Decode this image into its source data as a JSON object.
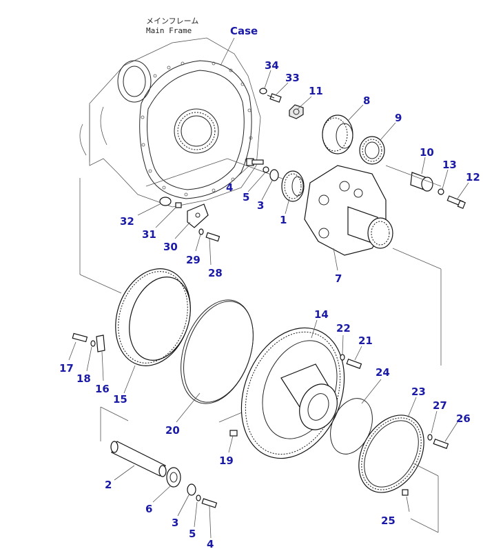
{
  "frame_label": {
    "jp": "メインフレーム",
    "en": "Main Frame"
  },
  "case_label": "Case",
  "callouts": [
    {
      "id": "c1",
      "text": "1"
    },
    {
      "id": "c2",
      "text": "2"
    },
    {
      "id": "c3a",
      "text": "3"
    },
    {
      "id": "c3b",
      "text": "3"
    },
    {
      "id": "c4a",
      "text": "4"
    },
    {
      "id": "c4b",
      "text": "4"
    },
    {
      "id": "c5a",
      "text": "5"
    },
    {
      "id": "c5b",
      "text": "5"
    },
    {
      "id": "c6",
      "text": "6"
    },
    {
      "id": "c7",
      "text": "7"
    },
    {
      "id": "c8",
      "text": "8"
    },
    {
      "id": "c9",
      "text": "9"
    },
    {
      "id": "c10",
      "text": "10"
    },
    {
      "id": "c11",
      "text": "11"
    },
    {
      "id": "c12",
      "text": "12"
    },
    {
      "id": "c13",
      "text": "13"
    },
    {
      "id": "c14",
      "text": "14"
    },
    {
      "id": "c15",
      "text": "15"
    },
    {
      "id": "c16",
      "text": "16"
    },
    {
      "id": "c17",
      "text": "17"
    },
    {
      "id": "c18",
      "text": "18"
    },
    {
      "id": "c19",
      "text": "19"
    },
    {
      "id": "c20",
      "text": "20"
    },
    {
      "id": "c21",
      "text": "21"
    },
    {
      "id": "c22",
      "text": "22"
    },
    {
      "id": "c23",
      "text": "23"
    },
    {
      "id": "c24",
      "text": "24"
    },
    {
      "id": "c25",
      "text": "25"
    },
    {
      "id": "c26",
      "text": "26"
    },
    {
      "id": "c27",
      "text": "27"
    },
    {
      "id": "c28",
      "text": "28"
    },
    {
      "id": "c29",
      "text": "29"
    },
    {
      "id": "c30",
      "text": "30"
    },
    {
      "id": "c31",
      "text": "31"
    },
    {
      "id": "c32",
      "text": "32"
    },
    {
      "id": "c33",
      "text": "33"
    },
    {
      "id": "c34",
      "text": "34"
    }
  ],
  "colors": {
    "callout": "#1a1aa6",
    "line": "#222222",
    "background": "#ffffff"
  }
}
